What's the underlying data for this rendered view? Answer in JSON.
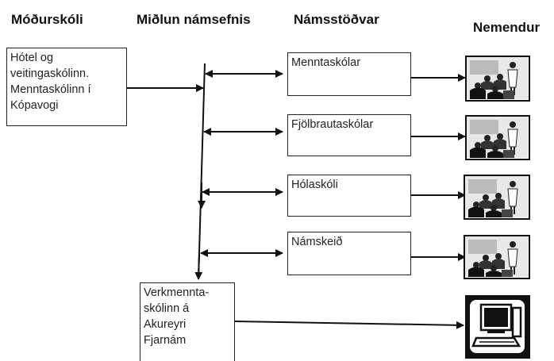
{
  "headers": {
    "source_school": "Móðurskóli",
    "distribution": "Miðlun námsefnis",
    "study_centers": "Námsstöðvar",
    "students": "Nemendur"
  },
  "source_box": {
    "lines": [
      "Hótel og",
      "veitingaskólinn.",
      "Menntaskólinn í",
      "Kópavogi"
    ]
  },
  "centers": [
    {
      "label": "Menntaskólar"
    },
    {
      "label": "Fjölbrautaskólar"
    },
    {
      "label": "Hólaskóli"
    },
    {
      "label": "Námskeið"
    }
  ],
  "distance_box": {
    "lines": [
      "Verkmennta-",
      "skólinn á",
      "Akureyri",
      "Fjarnám"
    ]
  },
  "icons": {
    "classroom": "classroom-icon",
    "computer": "computer-icon"
  }
}
